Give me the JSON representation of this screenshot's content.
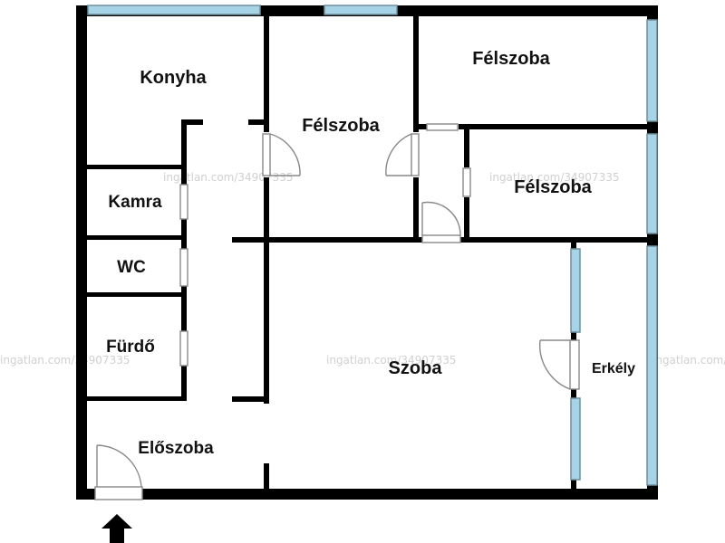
{
  "rooms": {
    "konyha": "Konyha",
    "felszoba_center": "Félszoba",
    "felszoba_top_right": "Félszoba",
    "felszoba_mid_right": "Félszoba",
    "kamra": "Kamra",
    "wc": "WC",
    "furdo": "Fürdő",
    "szoba": "Szoba",
    "erkely": "Erkély",
    "eloszoba": "Előszoba"
  },
  "watermark": "ingatlan.com/34907335",
  "colors": {
    "wall": "#000000",
    "window": "#a6d4e6",
    "window_stroke": "#6e8f9c",
    "door_frame": "#888888"
  }
}
